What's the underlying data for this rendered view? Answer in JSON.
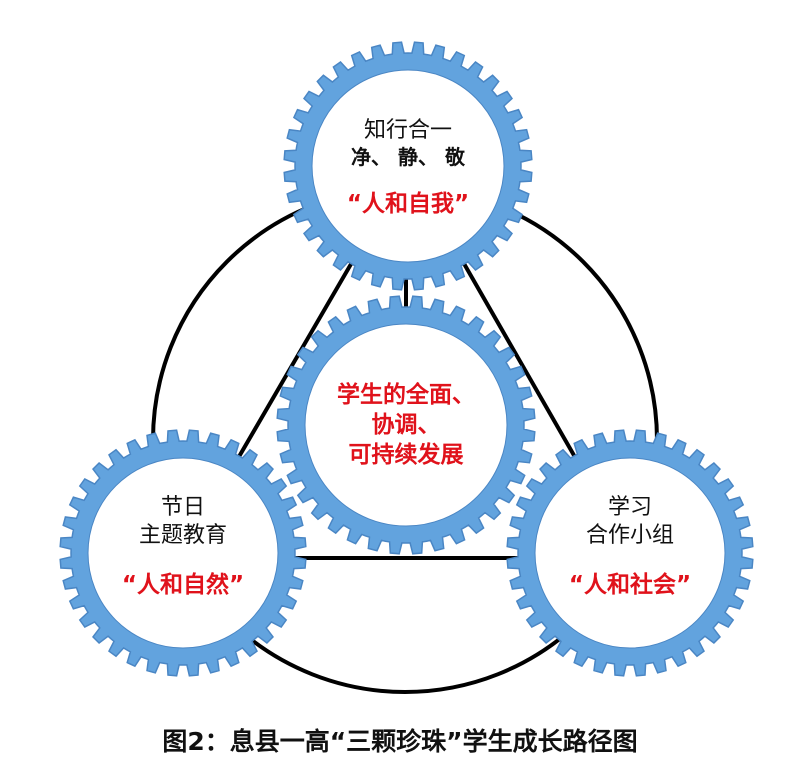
{
  "colors": {
    "gear_fill": "#62a3de",
    "gear_edge": "#4a86c4",
    "line": "#000000",
    "highlight": "#e0121b"
  },
  "gears": {
    "top": {
      "line1": "知行合一",
      "line2": "净、 静、 敬",
      "tag": "“人和自我”"
    },
    "center": {
      "line1": "学生的全面、",
      "line2": "协调、",
      "line3": "可持续发展"
    },
    "left": {
      "line1": "节日",
      "line2": "主题教育",
      "tag": "“人和自然”"
    },
    "right": {
      "line1": "学习",
      "line2": "合作小组",
      "tag": "“人和社会”"
    }
  },
  "caption": "图2：息县一高“三颗珍珠”学生成长路径图"
}
